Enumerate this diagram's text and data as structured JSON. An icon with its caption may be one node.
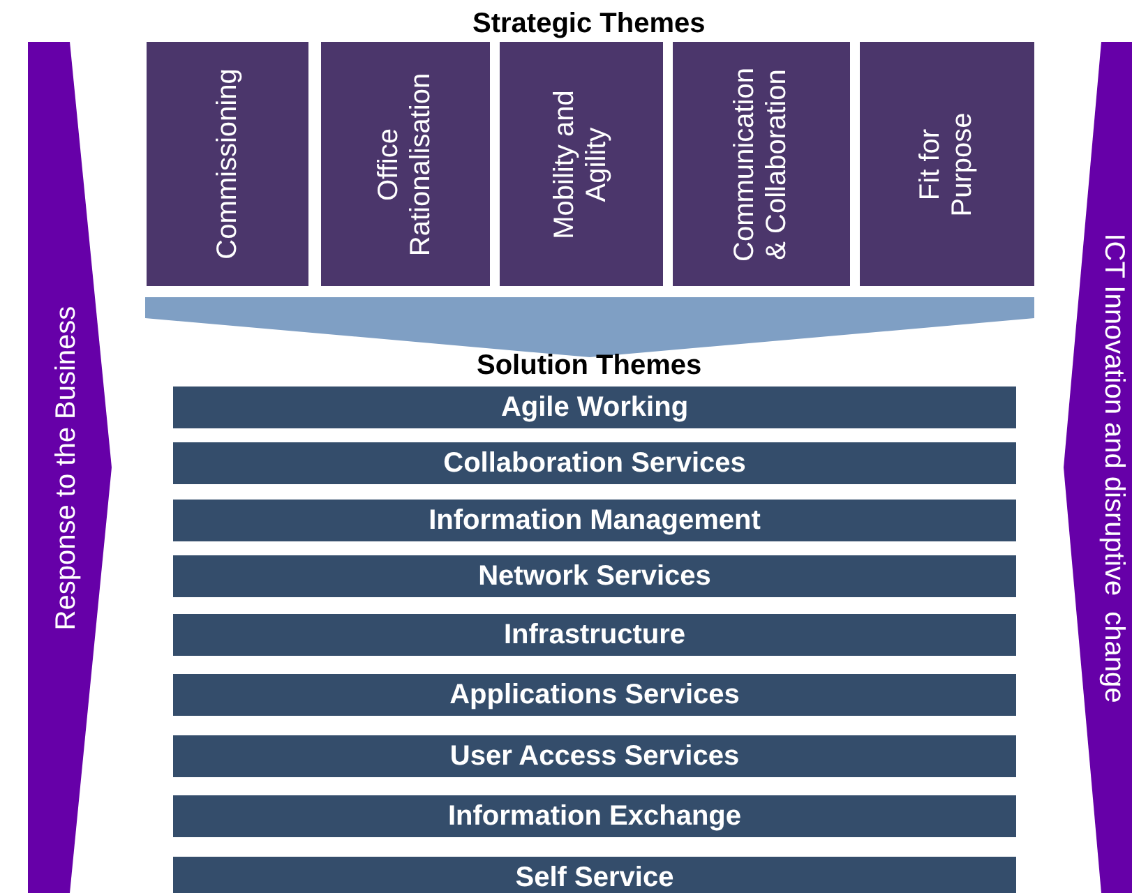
{
  "diagram": {
    "nodes": [
      {
        "text": [
          "Response to the Business"
        ]
      },
      {
        "text": [
          "Commissioning"
        ]
      },
      {
        "text": [
          "Office Rationalisation"
        ]
      },
      {
        "text": [
          "Mobility and Agility"
        ]
      },
      {
        "text": [
          "Communication & Collaboration"
        ]
      },
      {
        "text": [
          "Fit for Purpose"
        ]
      },
      {
        "text": [
          "ICT Innovation and disruptive  change"
        ]
      },
      {
        "text": [],
        "shape": "chevron"
      },
      {
        "text": [
          "Agile Working"
        ]
      },
      {
        "text": [
          "Collaboration Services"
        ]
      },
      {
        "text": [
          "Information Management"
        ]
      },
      {
        "text": [
          "Network Services"
        ]
      },
      {
        "text": [
          "Infrastructure"
        ]
      },
      {
        "text": [
          "Applications Services"
        ]
      },
      {
        "text": [
          "User Access Services"
        ]
      },
      {
        "text": [
          "Information Exchange"
        ]
      },
      {
        "text": [
          "Self Service"
        ]
      }
    ],
    "labels": [
      "Strategic Themes",
      "Solution Themes"
    ]
  }
}
